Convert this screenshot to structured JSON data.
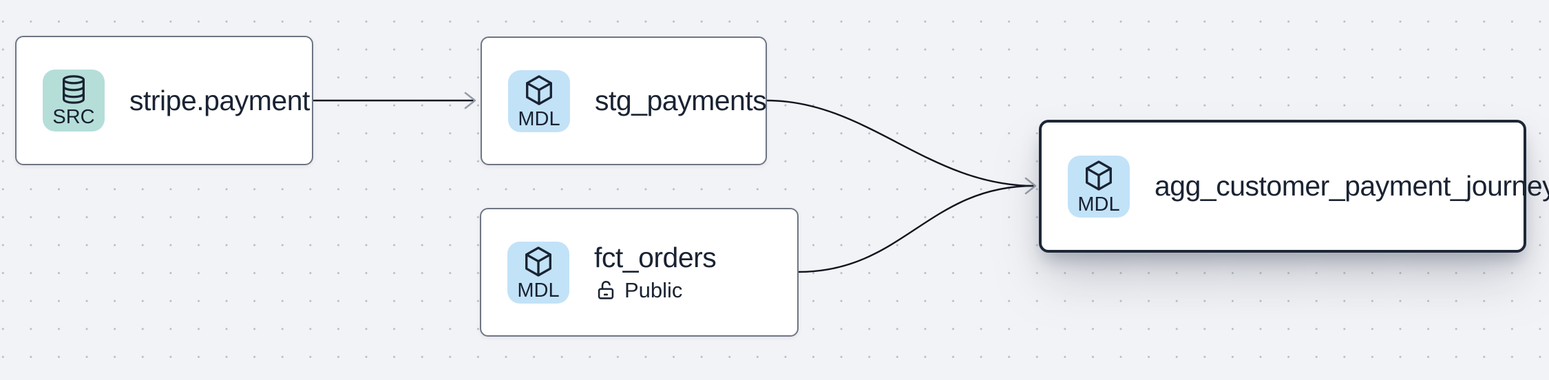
{
  "app": {
    "view": "lineage-graph-canvas"
  },
  "nodes": [
    {
      "id": "stripe.payment",
      "title": "stripe.payment",
      "badge": "SRC",
      "badge_icon": "database-icon",
      "type": "source",
      "selected": false
    },
    {
      "id": "stg_payments",
      "title": "stg_payments",
      "badge": "MDL",
      "badge_icon": "cube-icon",
      "type": "model",
      "selected": false
    },
    {
      "id": "fct_orders",
      "title": "fct_orders",
      "badge": "MDL",
      "badge_icon": "cube-icon",
      "type": "model",
      "access": "Public",
      "access_icon": "lock-open-icon",
      "selected": false
    },
    {
      "id": "agg_customer_payment_journey",
      "title": "agg_customer_payment_journey",
      "badge": "MDL",
      "badge_icon": "cube-icon",
      "type": "model",
      "selected": true
    }
  ],
  "edges": [
    {
      "from": "stripe.payment",
      "to": "stg_payments"
    },
    {
      "from": "stg_payments",
      "to": "agg_customer_payment_journey"
    },
    {
      "from": "fct_orders",
      "to": "agg_customer_payment_journey"
    }
  ],
  "colors": {
    "canvas_bg": "#f2f3f6",
    "grid_dot": "#b9bec8",
    "node_bg": "#ffffff",
    "node_border": "#6e7584",
    "selected_node_border": "#1d2736",
    "badge_src_bg": "#b5ded9",
    "badge_mdl_bg": "#c2e2f8",
    "text": "#1a2332",
    "edge": "#10151f",
    "arrowhead": "#959ca8"
  }
}
